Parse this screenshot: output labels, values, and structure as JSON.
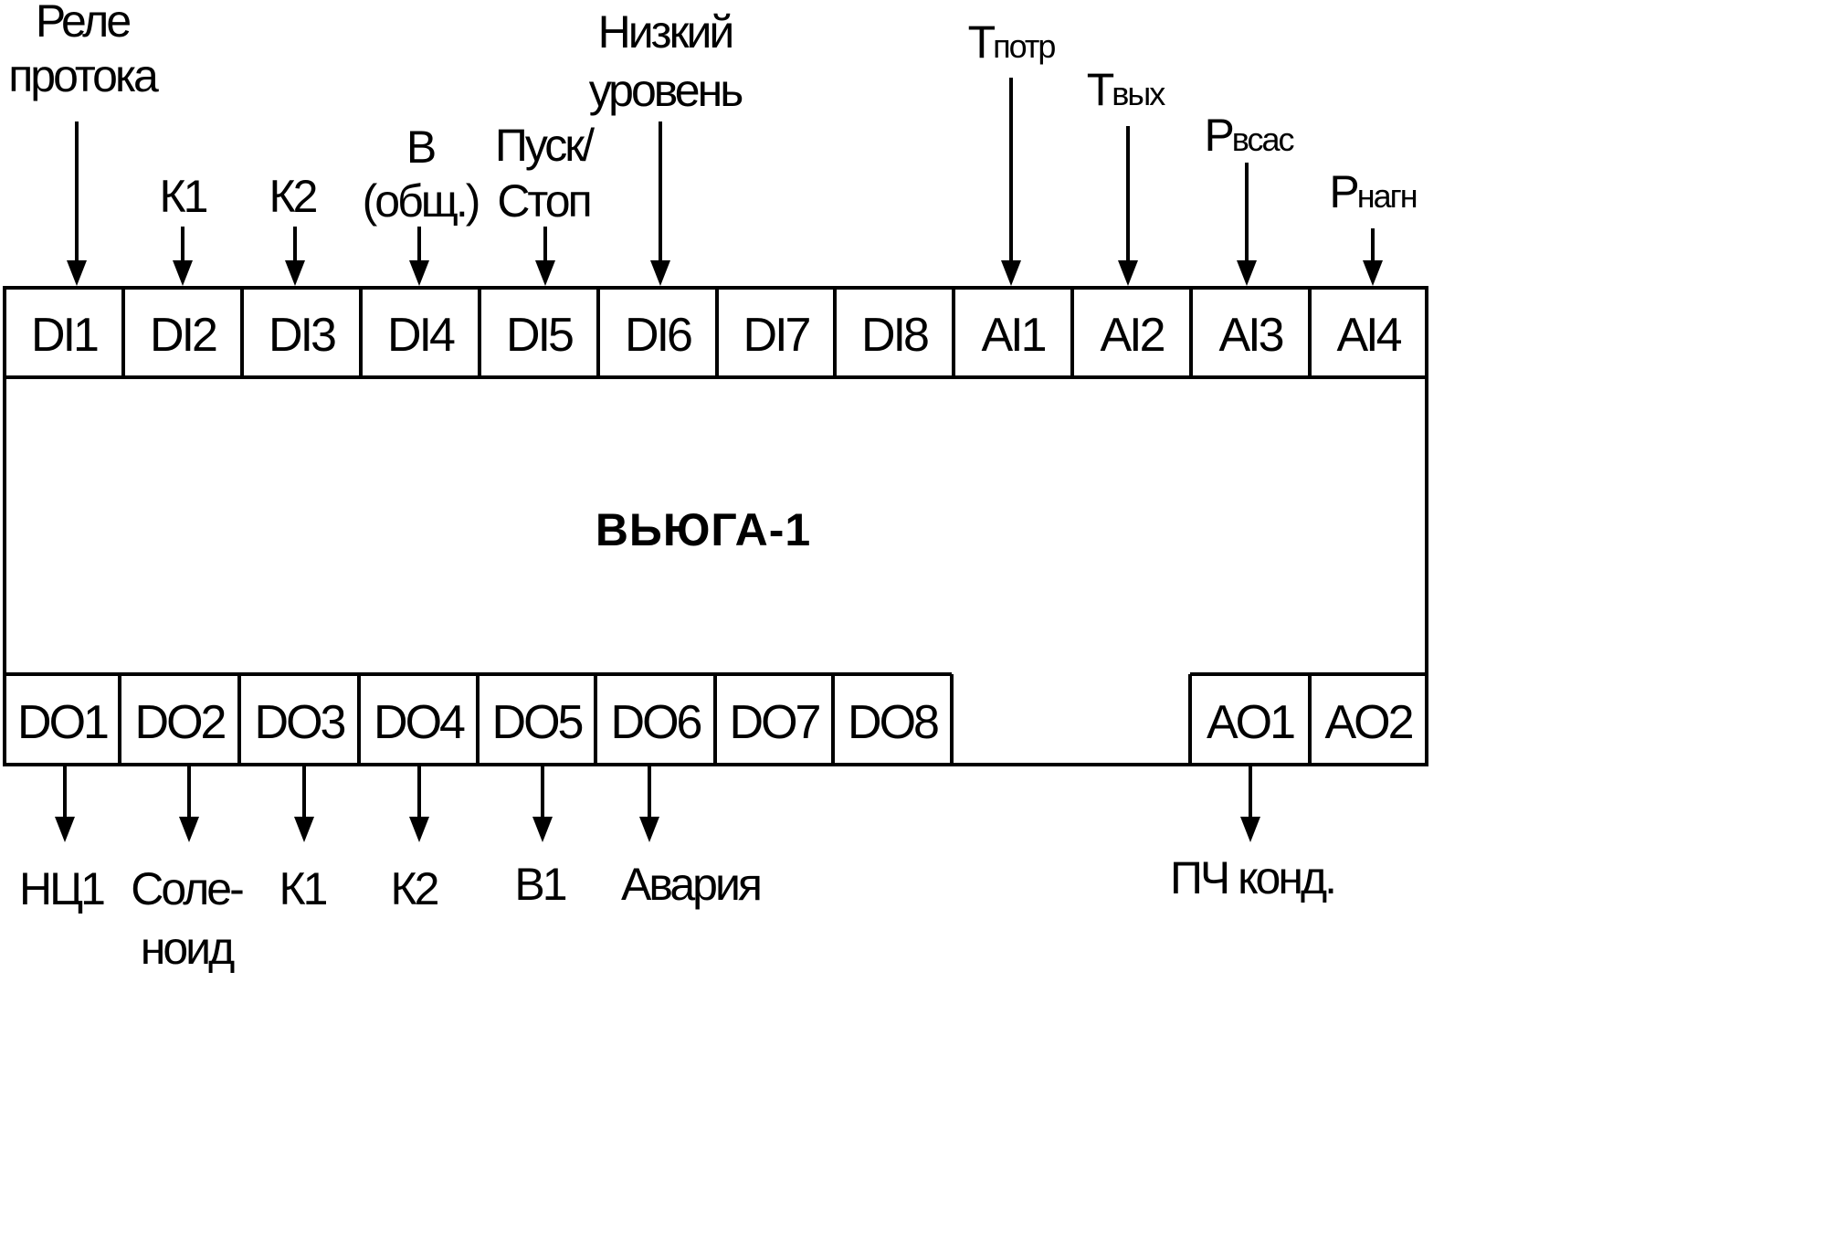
{
  "device": {
    "name": "ВЬЮГА-1"
  },
  "inputs": [
    {
      "id": "di1",
      "terminal": "DI1",
      "label_lines": [
        "Реле",
        "протока"
      ]
    },
    {
      "id": "di2",
      "terminal": "DI2",
      "label_lines": [
        "К1"
      ]
    },
    {
      "id": "di3",
      "terminal": "DI3",
      "label_lines": [
        "К2"
      ]
    },
    {
      "id": "di4",
      "terminal": "DI4",
      "label_lines": [
        "В",
        "(общ.)"
      ]
    },
    {
      "id": "di5",
      "terminal": "DI5",
      "label_lines": [
        "Пуск/",
        "Стоп"
      ]
    },
    {
      "id": "di6",
      "terminal": "DI6",
      "label_lines": [
        "Низкий",
        "уровень"
      ]
    },
    {
      "id": "di7",
      "terminal": "DI7",
      "label_lines": []
    },
    {
      "id": "di8",
      "terminal": "DI8",
      "label_lines": []
    },
    {
      "id": "ai1",
      "terminal": "AI1",
      "label_main": "Т",
      "label_sub": "потр"
    },
    {
      "id": "ai2",
      "terminal": "AI2",
      "label_main": "Т",
      "label_sub": "вых"
    },
    {
      "id": "ai3",
      "terminal": "AI3",
      "label_main": "Р",
      "label_sub": "всас"
    },
    {
      "id": "ai4",
      "terminal": "AI4",
      "label_main": "Р",
      "label_sub": "нагн"
    }
  ],
  "outputs": [
    {
      "id": "do1",
      "terminal": "DO1",
      "label_lines": [
        "НЦ1"
      ]
    },
    {
      "id": "do2",
      "terminal": "DO2",
      "label_lines": [
        "Соле-",
        "ноид"
      ]
    },
    {
      "id": "do3",
      "terminal": "DO3",
      "label_lines": [
        "К1"
      ]
    },
    {
      "id": "do4",
      "terminal": "DO4",
      "label_lines": [
        "К2"
      ]
    },
    {
      "id": "do5",
      "terminal": "DO5",
      "label_lines": [
        "В1"
      ]
    },
    {
      "id": "do6",
      "terminal": "DO6",
      "label_lines": [
        "Авария"
      ]
    },
    {
      "id": "do7",
      "terminal": "DO7",
      "label_lines": []
    },
    {
      "id": "do8",
      "terminal": "DO8",
      "label_lines": []
    },
    {
      "id": "ao1",
      "terminal": "AO1",
      "label_lines": [
        "ПЧ конд."
      ]
    },
    {
      "id": "ao2",
      "terminal": "AO2",
      "label_lines": []
    }
  ],
  "colors": {
    "ink": "#000000",
    "paper": "#ffffff"
  }
}
